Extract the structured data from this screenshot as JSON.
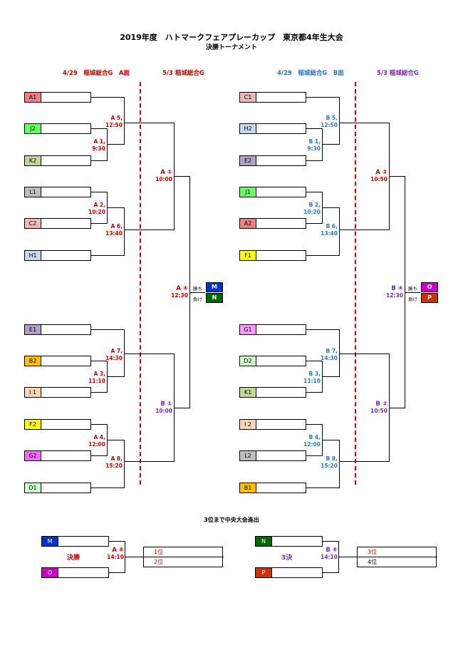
{
  "title": "2019年度　ハトマークフェアプレーカップ　東京都4年生大会",
  "subtitle": "決勝トーナメント",
  "headers": {
    "left_day1": "4/29　稲城総合G　A面",
    "left_day2": "5/3 稲城総合G",
    "right_day1": "4/29　稲城総合G　B面",
    "right_day2": "5/3 稲城総合G"
  },
  "colors": {
    "A1": "#f08080",
    "J2": "#66ff66",
    "K2": "#c4d79b",
    "L1": "#bfbfbf",
    "C2": "#f2b8b8",
    "H1": "#c5d9f1",
    "E1": "#b1a0c7",
    "B2": "#ffc000",
    "I1": "#fcd5b4",
    "F2": "#ffff00",
    "G2": "#ff66ff",
    "D1": "#ccffcc",
    "C1": "#e6b8b7",
    "H2": "#c5d9f1",
    "E2": "#b1a0c7",
    "J1": "#66ff66",
    "A2": "#f08080",
    "F1": "#ffff00",
    "G1": "#ff99ff",
    "D2": "#ccffcc",
    "K1": "#c4d79b",
    "I2": "#fcd5b4",
    "L2": "#bfbfbf",
    "B1": "#ffc000",
    "M": "#0033cc",
    "N": "#006600",
    "O": "#cc00cc",
    "P": "#cc3300"
  },
  "teams": {
    "A1": "A1",
    "J2": "J2",
    "K2": "K2",
    "L1": "L1",
    "C2": "C2",
    "H1": "H1",
    "E1": "E1",
    "B2": "B2",
    "I1": "I 1",
    "F2": "F2",
    "G2": "G2",
    "D1": "D1",
    "C1": "C1",
    "H2": "H2",
    "E2": "E2",
    "J1": "J1",
    "A2": "A2",
    "F1": "F1",
    "G1": "G1",
    "D2": "D2",
    "K1": "K1",
    "I2": "I 2",
    "L2": "L2",
    "B1": "B1"
  },
  "matches": {
    "A5": {
      "name": "A 5,",
      "time": "12:50"
    },
    "A1": {
      "name": "A 1,",
      "time": "9:30"
    },
    "A2": {
      "name": "A 2,",
      "time": "10:20"
    },
    "A6": {
      "name": "A 6,",
      "time": "13:40"
    },
    "A7": {
      "name": "A 7,",
      "time": "14:30"
    },
    "A3": {
      "name": "A 3,",
      "time": "11:10"
    },
    "A4": {
      "name": "A 4,",
      "time": "12:00"
    },
    "A8": {
      "name": "A 8,",
      "time": "15:20"
    },
    "B5": {
      "name": "B 5,",
      "time": "12:50"
    },
    "B1": {
      "name": "B 1,",
      "time": "9:30"
    },
    "B2": {
      "name": "B 2,",
      "time": "10:20"
    },
    "B6": {
      "name": "B 6,",
      "time": "13:40"
    },
    "B7": {
      "name": "B 7,",
      "time": "14:30"
    },
    "B3": {
      "name": "B 3,",
      "time": "11:10"
    },
    "B4": {
      "name": "B 4,",
      "time": "12:00"
    },
    "B8": {
      "name": "B 8,",
      "time": "15:20"
    },
    "QA1": {
      "name": "A ①",
      "time": "10:00"
    },
    "QB1": {
      "name": "B ①",
      "time": "10:00"
    },
    "QA2": {
      "name": "A ②",
      "time": "10:50"
    },
    "QB2": {
      "name": "B ②",
      "time": "10:50"
    },
    "SA4": {
      "name": "A ④",
      "time": "12:30"
    },
    "SB4": {
      "name": "B ④",
      "time": "12:30"
    },
    "FA6": {
      "name": "A ⑥",
      "time": "14:10"
    },
    "FB6": {
      "name": "B ⑥",
      "time": "14:10"
    }
  },
  "semis": {
    "win": "勝ち",
    "lose": "負け",
    "M": "M",
    "N": "N",
    "O": "O",
    "P": "P"
  },
  "finals": {
    "note": "3位まで中央大会進出",
    "final_label": "決勝",
    "third_label": "3決",
    "first": "1位",
    "second": "2位",
    "third": "3位",
    "fourth": "4位"
  }
}
